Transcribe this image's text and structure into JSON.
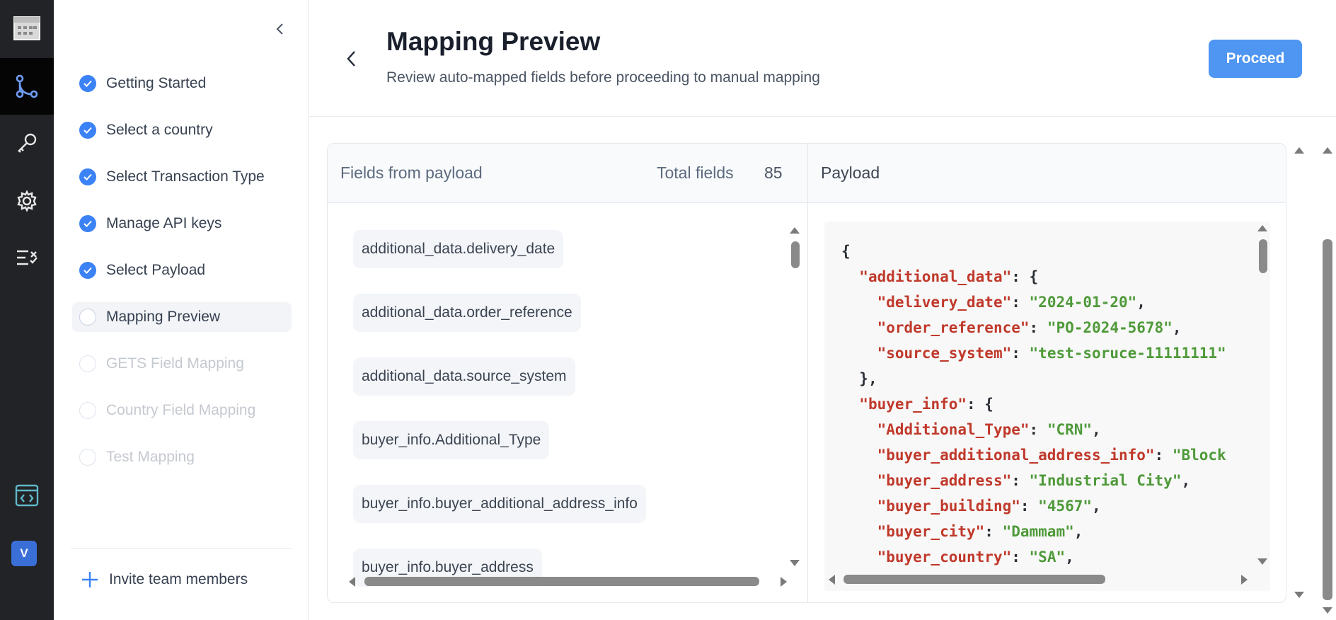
{
  "rail": {
    "icons": [
      "calendar-icon",
      "workflow-icon",
      "key-icon",
      "gear-icon",
      "checklist-icon",
      "code-window-icon"
    ],
    "avatar_letter": "V"
  },
  "steps": [
    {
      "label": "Getting Started",
      "state": "done"
    },
    {
      "label": "Select a country",
      "state": "done"
    },
    {
      "label": "Select Transaction Type",
      "state": "done"
    },
    {
      "label": "Manage API keys",
      "state": "done"
    },
    {
      "label": "Select Payload",
      "state": "done"
    },
    {
      "label": "Mapping Preview",
      "state": "current"
    },
    {
      "label": "GETS Field Mapping",
      "state": "disabled"
    },
    {
      "label": "Country Field Mapping",
      "state": "disabled"
    },
    {
      "label": "Test Mapping",
      "state": "disabled"
    }
  ],
  "invite_label": "Invite team members",
  "header": {
    "title": "Mapping Preview",
    "subtitle": "Review auto-mapped fields before proceeding to manual mapping",
    "proceed_label": "Proceed"
  },
  "fields_panel": {
    "heading": "Fields from payload",
    "total_label": "Total fields",
    "total_count": "85",
    "fields": [
      "additional_data.delivery_date",
      "additional_data.order_reference",
      "additional_data.source_system",
      "buyer_info.Additional_Type",
      "buyer_info.buyer_additional_address_info",
      "buyer_info.buyer_address"
    ]
  },
  "payload_panel": {
    "heading": "Payload",
    "lines": [
      {
        "indent": 0,
        "key": "",
        "value": "",
        "tail": "{"
      },
      {
        "indent": 1,
        "key": "\"additional_data\"",
        "value": "",
        "tail": ": {"
      },
      {
        "indent": 2,
        "key": "\"delivery_date\"",
        "value": "\"2024-01-20\"",
        "tail": ","
      },
      {
        "indent": 2,
        "key": "\"order_reference\"",
        "value": "\"PO-2024-5678\"",
        "tail": ","
      },
      {
        "indent": 2,
        "key": "\"source_system\"",
        "value": "\"test-soruce-11111111\"",
        "tail": ""
      },
      {
        "indent": 1,
        "key": "",
        "value": "",
        "tail": "},"
      },
      {
        "indent": 1,
        "key": "\"buyer_info\"",
        "value": "",
        "tail": ": {"
      },
      {
        "indent": 2,
        "key": "\"Additional_Type\"",
        "value": "\"CRN\"",
        "tail": ","
      },
      {
        "indent": 2,
        "key": "\"buyer_additional_address_info\"",
        "value": "\"Block ",
        "tail": ""
      },
      {
        "indent": 2,
        "key": "\"buyer_address\"",
        "value": "\"Industrial City\"",
        "tail": ","
      },
      {
        "indent": 2,
        "key": "\"buyer_building\"",
        "value": "\"4567\"",
        "tail": ","
      },
      {
        "indent": 2,
        "key": "\"buyer_city\"",
        "value": "\"Dammam\"",
        "tail": ","
      },
      {
        "indent": 2,
        "key": "\"buyer_country\"",
        "value": "\"SA\"",
        "tail": ","
      }
    ]
  },
  "colors": {
    "primary": "#4f95f2",
    "step_done": "#3b82f6",
    "json_key": "#c0392b",
    "json_string": "#4f9a3a",
    "rail_bg": "#222326"
  }
}
